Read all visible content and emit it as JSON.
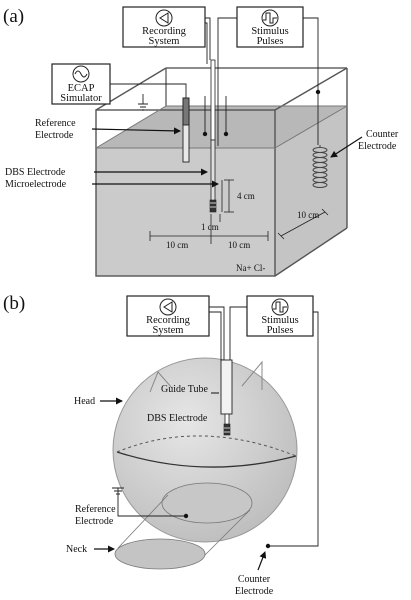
{
  "panel_a": {
    "letter": "(a)",
    "boxes": {
      "recording": [
        "Recording",
        "System"
      ],
      "stimulus": [
        "Stimulus",
        "Pulses"
      ],
      "ecap": [
        "ECAP",
        "Simulator"
      ]
    },
    "labels": {
      "reference": [
        "Reference",
        "Electrode"
      ],
      "counter": [
        "Counter",
        "Electrode"
      ],
      "dbs": "DBS Electrode",
      "micro": "Microelectrode",
      "nacl": "Na+ Cl-"
    },
    "dims": {
      "depth": "4 cm",
      "gap": "1 cm",
      "left": "10 cm",
      "right": "10 cm",
      "side": "10 cm"
    }
  },
  "panel_b": {
    "letter": "(b)",
    "boxes": {
      "recording": [
        "Recording",
        "System"
      ],
      "stimulus": [
        "Stimulus",
        "Pulses"
      ]
    },
    "labels": {
      "head": "Head",
      "guide": "Guide Tube",
      "dbs": "DBS Electrode",
      "reference": [
        "Reference",
        "Electrode"
      ],
      "neck": "Neck",
      "counter": [
        "Counter",
        "Electrode"
      ]
    }
  }
}
